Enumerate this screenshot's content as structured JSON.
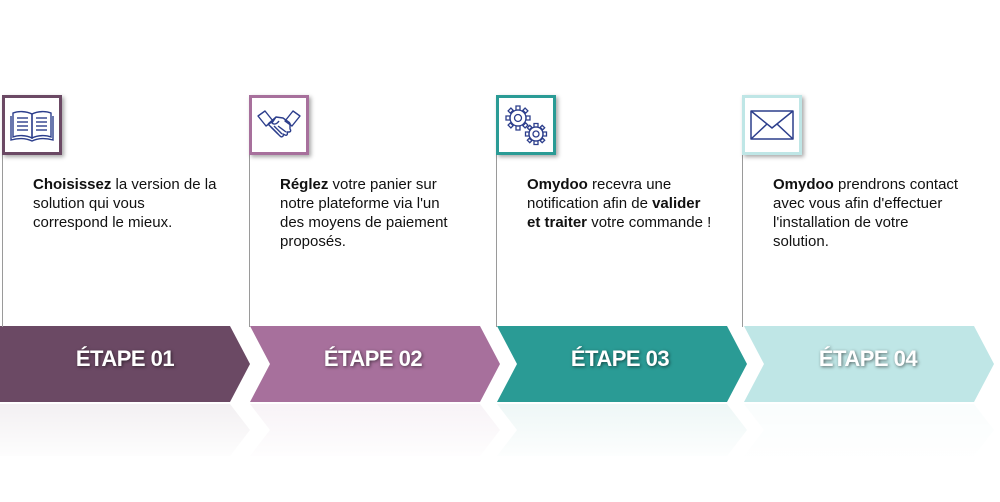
{
  "steps": [
    {
      "label": "ÉTAPE 01",
      "icon": "open-book-icon",
      "color": "#6b4964",
      "desc": [
        {
          "b": "Choisissez",
          "t": " la version de la solution qui vous correspond le mieux."
        }
      ]
    },
    {
      "label": "ÉTAPE 02",
      "icon": "handshake-icon",
      "color": "#a7709c",
      "desc": [
        {
          "b": "Réglez",
          "t": " votre panier sur notre plateforme via l'un des moyens de paiement proposés."
        }
      ]
    },
    {
      "label": "ÉTAPE 03",
      "icon": "gears-icon",
      "color": "#2a9b95",
      "desc": [
        {
          "b": "Omydoo",
          "t": " recevra une notification afin de "
        },
        {
          "b": "valider et traiter",
          "t": " votre commande !"
        }
      ]
    },
    {
      "label": "ÉTAPE 04",
      "icon": "envelope-icon",
      "color": "#bfe6e6",
      "desc": [
        {
          "b": "Omydoo",
          "t": " prendrons contact avec vous afin d'effectuer l'installation de votre solution."
        }
      ]
    }
  ]
}
